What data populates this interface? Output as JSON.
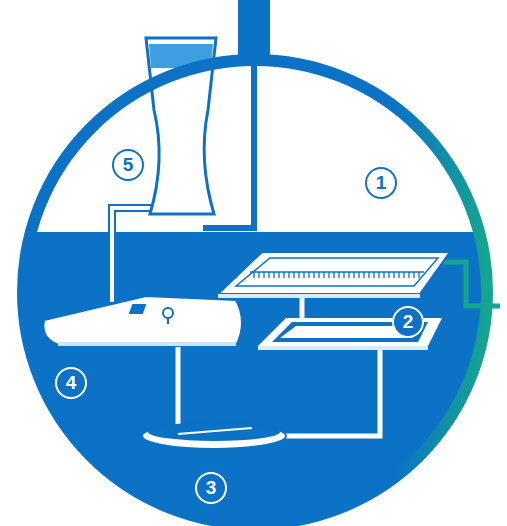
{
  "diagram": {
    "labels": [
      "5",
      "1",
      "2",
      "4",
      "3"
    ]
  }
}
